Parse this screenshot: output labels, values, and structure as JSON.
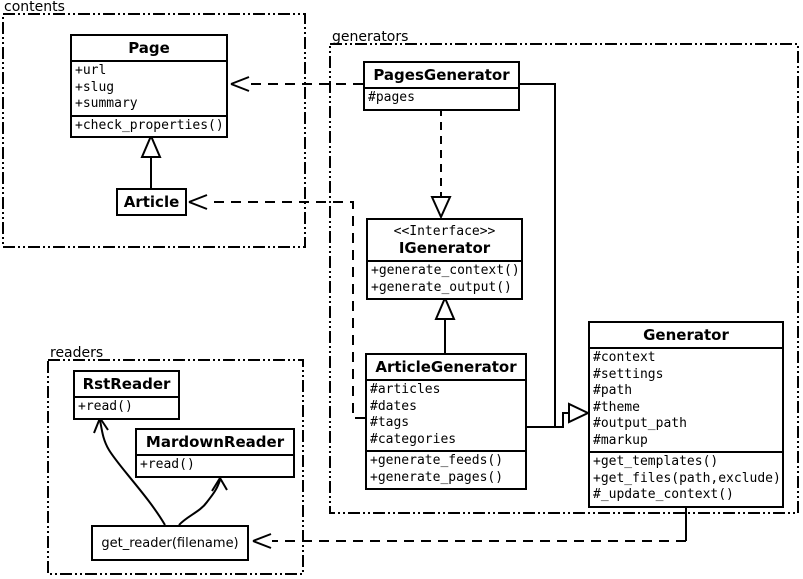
{
  "diagram": {
    "kind": "UML class diagram"
  },
  "packages": {
    "contents": {
      "label": "contents"
    },
    "generators": {
      "label": "generators"
    },
    "readers": {
      "label": "readers"
    }
  },
  "classes": {
    "page": {
      "title": "Page",
      "attributes": [
        "+url",
        "+slug",
        "+summary"
      ],
      "methods": [
        "+check_properties()"
      ]
    },
    "article": {
      "title": "Article"
    },
    "pages_generator": {
      "title": "PagesGenerator",
      "attributes": [
        "#pages"
      ]
    },
    "igenerator": {
      "stereotype": "<<Interface>>",
      "title": "IGenerator",
      "methods": [
        "+generate_context()",
        "+generate_output()"
      ]
    },
    "article_generator": {
      "title": "ArticleGenerator",
      "attributes": [
        "#articles",
        "#dates",
        "#tags",
        "#categories"
      ],
      "methods": [
        "+generate_feeds()",
        "+generate_pages()"
      ]
    },
    "generator": {
      "title": "Generator",
      "attributes": [
        "#context",
        "#settings",
        "#path",
        "#theme",
        "#output_path",
        "#markup"
      ],
      "methods": [
        "+get_templates()",
        "+get_files(path,exclude)",
        "#_update_context()"
      ]
    },
    "rst_reader": {
      "title": "RstReader",
      "methods": [
        "+read()"
      ]
    },
    "mardown_reader": {
      "title": "MardownReader",
      "methods": [
        "+read()"
      ]
    },
    "get_reader": {
      "label": "get_reader(filename)"
    }
  },
  "relations": [
    {
      "from": "Article",
      "to": "Page",
      "type": "generalization"
    },
    {
      "from": "ArticleGenerator",
      "to": "IGenerator",
      "type": "generalization"
    },
    {
      "from": "PagesGenerator",
      "to": "IGenerator",
      "type": "realization-dashed"
    },
    {
      "from": "PagesGenerator",
      "to": "Generator",
      "type": "generalization"
    },
    {
      "from": "ArticleGenerator",
      "to": "Generator",
      "type": "generalization"
    },
    {
      "from": "PagesGenerator",
      "to": "Page",
      "type": "dependency-dashed"
    },
    {
      "from": "ArticleGenerator",
      "to": "Article",
      "type": "dependency-dashed"
    },
    {
      "from": "Generator",
      "to": "get_reader(filename)",
      "type": "dependency-dashed"
    },
    {
      "from": "get_reader(filename)",
      "to": "RstReader",
      "type": "curved-arrow"
    },
    {
      "from": "get_reader(filename)",
      "to": "MardownReader",
      "type": "curved-arrow"
    }
  ],
  "colors": {
    "line": "#000000",
    "background": "#ffffff"
  }
}
